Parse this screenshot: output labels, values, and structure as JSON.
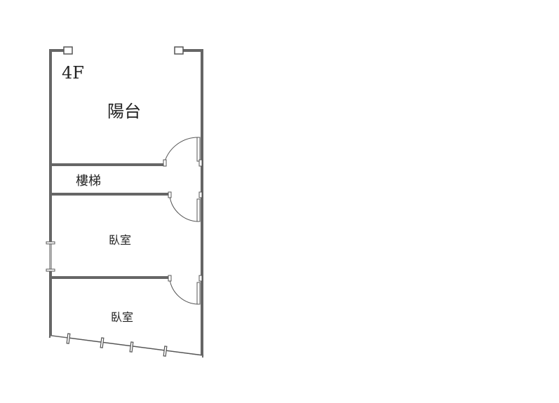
{
  "floorplan": {
    "floor_label": "4F",
    "rooms": [
      {
        "name": "陽台"
      },
      {
        "name": "樓梯"
      },
      {
        "name": "臥室"
      },
      {
        "name": "臥室"
      }
    ],
    "colors": {
      "wall": "#666666",
      "line": "#555555",
      "background": "#ffffff"
    }
  }
}
